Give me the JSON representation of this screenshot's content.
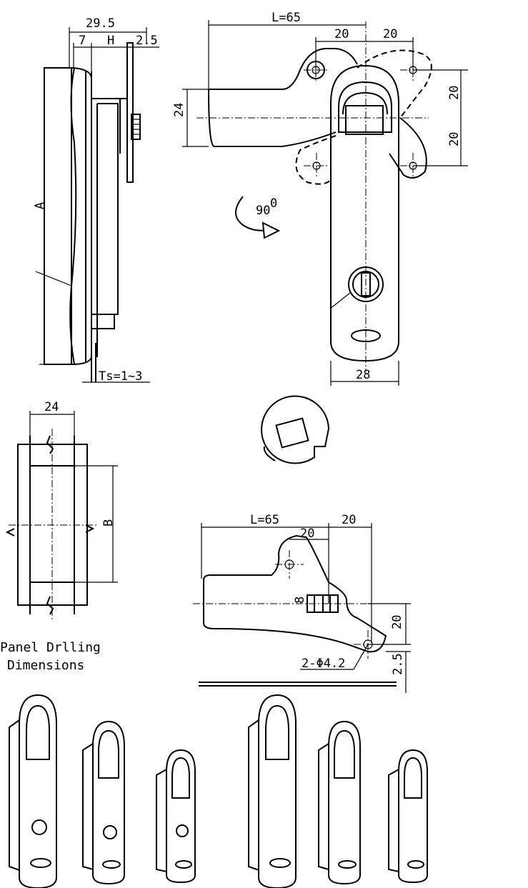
{
  "side_view": {
    "overall_width": "29.5",
    "seg_a": "7",
    "seg_h": "H",
    "seg_c": "2.5",
    "height_symbol": "A",
    "panel_thickness": "Ts=1~3"
  },
  "front_view": {
    "length": "L=65",
    "pitch_left": "20",
    "pitch_right": "20",
    "pitch_upper": "20",
    "pitch_lower": "20",
    "width": "24",
    "body_width": "28",
    "rotation": "90",
    "rotation_unit": "0"
  },
  "cutout_view": {
    "width": "24",
    "height_symbol": "B"
  },
  "panel_drilling": {
    "line1": "Panel Drlling",
    "line2": "Dimensions",
    "length": "L=65",
    "pitch_1": "20",
    "pitch_2": "20",
    "square": "8",
    "vertical": "20",
    "thickness": "2.5",
    "holes": "2-Φ4.2"
  },
  "product_photos": {
    "count": 6
  }
}
